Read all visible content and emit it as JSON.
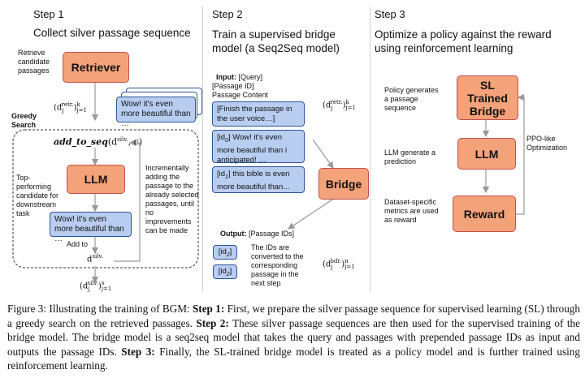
{
  "step1": {
    "title": "Step 1",
    "subtitle": "Collect silver passage sequence",
    "retrieve_label": "Retrieve\ncandidate\npassages",
    "retriever": "Retriever",
    "retr_var": "(d",
    "retr_sup": "retr.",
    "retr_sub": "j",
    "retr_close": ")",
    "retr_k": "k",
    "retr_j1": "j=1",
    "passage_text": "Wow! it's even more beautiful than …",
    "greedy_label": "Greedy\nSearch",
    "add_to_seq": "add_to_seq",
    "add_to_seq_args": "(d",
    "add_to_seq_sup": "silv.",
    "add_to_seq_tail": ", c)",
    "llm": "LLM",
    "top_label": "Top-\nperforming\ncandidate for\ndownstream\ntask",
    "incremental_label": "Incrementally\nadding the\npassage to the\nalready selected\npassages, until\nno\nimprovements\ncan be made",
    "llm_passage": "Wow! it's even more beautiful than …",
    "add_to": "Add to",
    "dsilv": "d",
    "dsilv_sup": "silv.",
    "out_var": "(d",
    "out_sup": "silv.",
    "out_sub": "j",
    "out_s": "s",
    "out_j1": "j=1"
  },
  "step2": {
    "title": "Step 2",
    "subtitle": "Train a supervised bridge\nmodel (a Seq2Seq model)",
    "input_label": "Input:",
    "input_lines": " [Query]\n[Passage ID]\nPassage Content",
    "retr_var": "(d",
    "retr_sup": "retr.",
    "retr_sub": "j",
    "retr_k": "k",
    "retr_j1": "j=1",
    "box1": "[Finish the passage in the user voice…]",
    "box2_id": "[id",
    "box2_sub": "0",
    "box2_text": "] Wow! it's even more beautiful than i anticipated! …",
    "box3_id": "[id",
    "box3_sub": "1",
    "box3_text": "] this bible is even more beautiful than...",
    "bridge": "Bridge",
    "output_label": "Output:",
    "output_text": " [Passage IDs]",
    "out_id1": "[id",
    "out_id1_sub": "2",
    "out_id2": "[id",
    "out_id2_sub": "2",
    "ids_note": "The IDs are\nconverted to the\ncorresponding\npassage in the\nnext step",
    "bdr_var": "(d",
    "bdr_sup": "bdr.",
    "bdr_sub": "j",
    "bdr_n": "n",
    "bdr_j1": "j=1"
  },
  "step3": {
    "title": "Step 3",
    "subtitle": "Optimize a policy against the reward\nusing reinforcement learning",
    "policy_label": "Policy generates\na passage\nsequence",
    "sl_bridge": "SL\nTrained\nBridge",
    "llm_label": "LLM generate a\nprediction",
    "llm": "LLM",
    "ppo_label": "PPO-like\nOptimization",
    "dataset_label": "Dataset-specific\nmetrics are used\nas reward",
    "reward": "Reward"
  },
  "caption": {
    "prefix": "Figure 3: Illustrating the training of BGM: ",
    "s1": "Step 1:",
    "t1": " First, we prepare the silver passage sequence for supervised learning (SL) through a greedy search on the retrieved passages. ",
    "s2": "Step 2:",
    "t2": " These silver passage sequences are then used for the supervised training of the bridge model. The bridge model is a seq2seq model that takes the query and passages with prepended passage IDs as input and outputs the passage IDs. ",
    "s3": "Step 3:",
    "t3": " Finally, the SL-trained bridge model is treated as a policy model and is further trained using reinforcement learning."
  },
  "colors": {
    "orange_fill": "#f4a27a",
    "orange_border": "#c0504d",
    "blue_fill": "#b8cdf0",
    "blue_border": "#2f5597"
  }
}
